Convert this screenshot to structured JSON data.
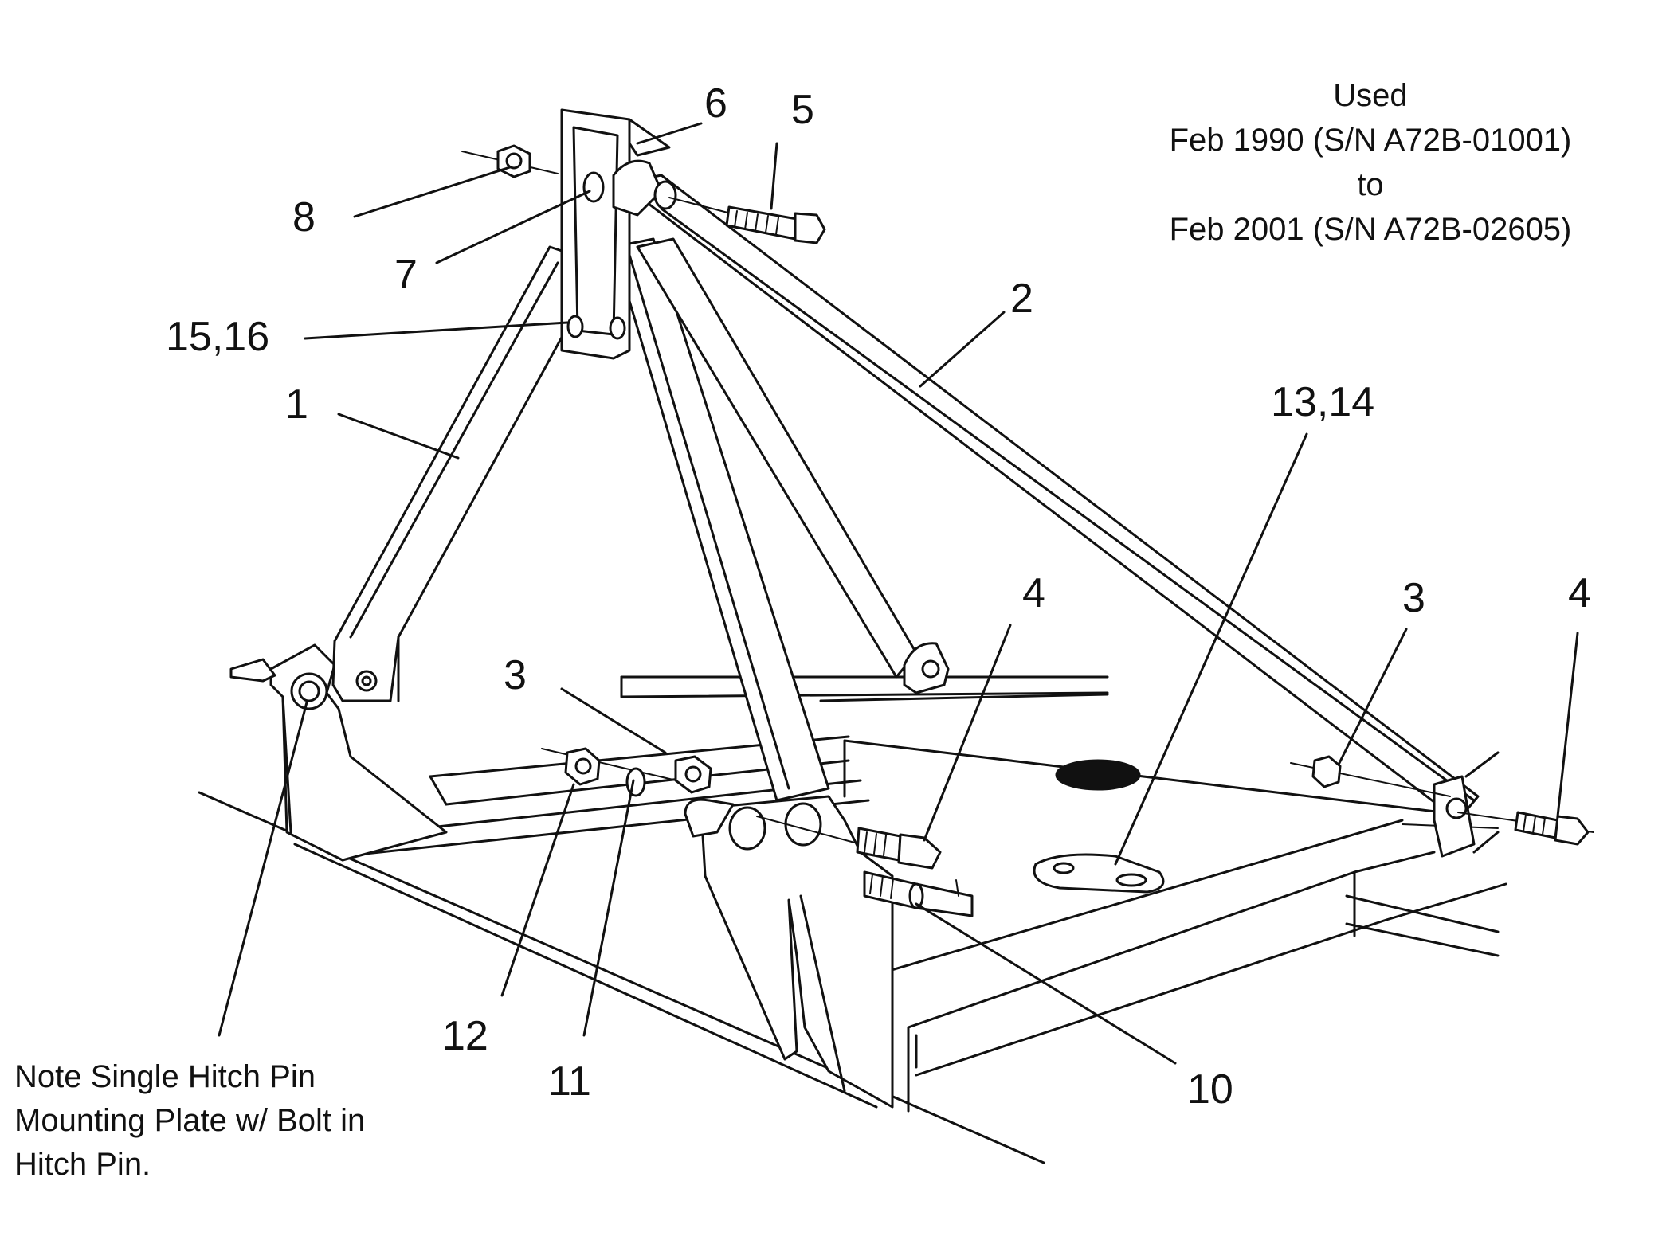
{
  "serial_info": {
    "line1": "Used",
    "line2": "Feb 1990 (S/N A72B-01001)",
    "line3": "to",
    "line4": "Feb 2001  (S/N A72B-02605)"
  },
  "note": {
    "line1": "Note Single Hitch Pin",
    "line2": "Mounting Plate w/ Bolt in",
    "line3": "Hitch Pin."
  },
  "callouts": {
    "c1": "1",
    "c2": "2",
    "c3_center": "3",
    "c3_right": "3",
    "c4_center": "4",
    "c4_right": "4",
    "c5": "5",
    "c6": "6",
    "c7": "7",
    "c8": "8",
    "c10": "10",
    "c11": "11",
    "c12": "12",
    "c13_14": "13,14",
    "c15_16": "15,16"
  },
  "colors": {
    "ink": "#111111",
    "paper": "#ffffff"
  }
}
